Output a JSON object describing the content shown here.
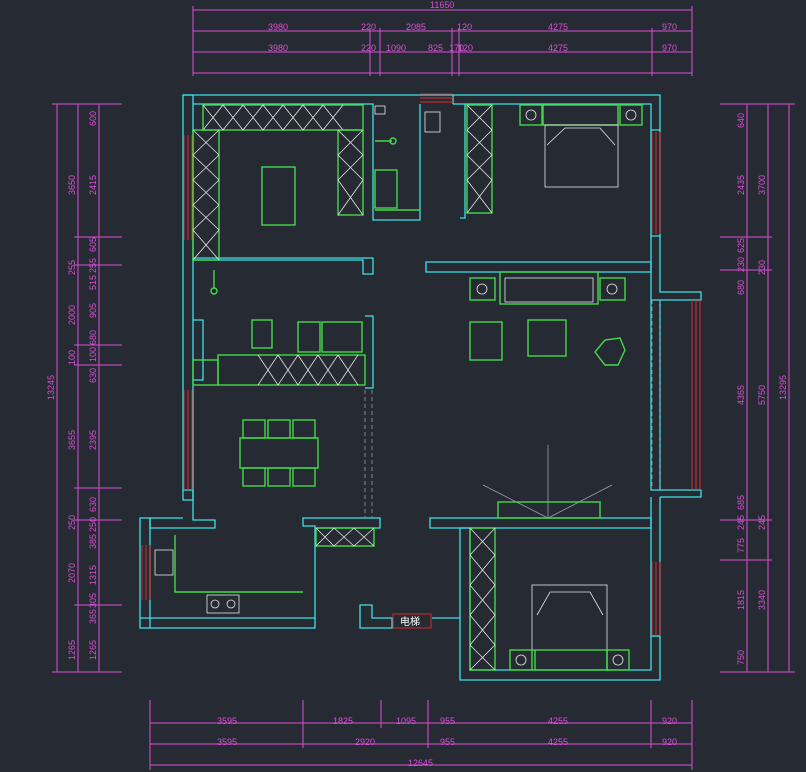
{
  "dimensions": {
    "top_total": "11650",
    "top_row1": [
      "3980",
      "220",
      "2085",
      "120",
      "4275",
      "970"
    ],
    "top_row2": [
      "3980",
      "220",
      "1090",
      "825",
      "170",
      "120",
      "4275",
      "970"
    ],
    "bottom_row1": [
      "3595",
      "1825",
      "1095",
      "955",
      "4255",
      "920"
    ],
    "bottom_row2": [
      "3595",
      "2920",
      "955",
      "4255",
      "920"
    ],
    "bottom_total": "12645",
    "left_total": "13245",
    "left_outer": [
      "3650",
      "255",
      "2000",
      "100",
      "3655",
      "250",
      "2070",
      "1265"
    ],
    "left_inner": [
      "600",
      "2415",
      "605",
      "255",
      "515",
      "905",
      "680",
      "100",
      "630",
      "2395",
      "630",
      "250",
      "385",
      "1315",
      "305",
      "365",
      "1265"
    ],
    "right_total": "13295",
    "right_outer": [
      "3700",
      "230",
      "5750",
      "245",
      "3340"
    ],
    "right_inner": [
      "640",
      "2435",
      "625",
      "230",
      "680",
      "4365",
      "685",
      "245",
      "775",
      "1815",
      "750"
    ]
  },
  "labels": {
    "elevator": "电梯"
  },
  "colors": {
    "background": "#262a33",
    "walls": "#3ce0e6",
    "furniture": "#43d94a",
    "dimensions": "#d94fd4",
    "windows": "#d62a2a"
  }
}
